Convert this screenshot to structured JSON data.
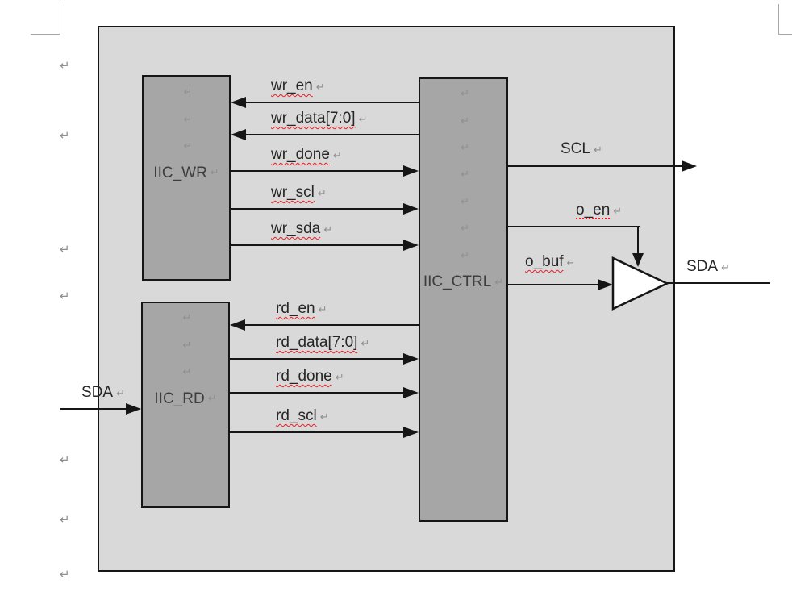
{
  "page": {
    "paragraph_mark": "↵"
  },
  "diagram": {
    "blocks": {
      "iic_wr": {
        "label": "IIC_WR",
        "empty_lines": 3
      },
      "iic_rd": {
        "label": "IIC_RD",
        "empty_lines": 3
      },
      "iic_ctrl": {
        "label": "IIC_CTRL",
        "empty_lines": 7
      }
    },
    "wr_signals": [
      {
        "label": "wr_en",
        "underline": "wavy"
      },
      {
        "label": "wr_data[7:0]",
        "underline": "wavy"
      },
      {
        "label": "wr_done",
        "underline": "wavy"
      },
      {
        "label": "wr_scl",
        "underline": "wavy"
      },
      {
        "label": "wr_sda",
        "underline": "wavy"
      }
    ],
    "rd_signals": [
      {
        "label": "rd_en",
        "underline": "wavy"
      },
      {
        "label": "rd_data[7:0]",
        "underline": "wavy"
      },
      {
        "label": "rd_done",
        "underline": "wavy"
      },
      {
        "label": "rd_scl",
        "underline": "wavy"
      }
    ],
    "external": {
      "scl_out": {
        "label": "SCL",
        "underline": null
      },
      "o_en": {
        "label": "o_en",
        "underline": "dotted"
      },
      "o_buf": {
        "label": "o_buf",
        "underline": "wavy"
      },
      "sda_out": {
        "label": "SDA",
        "underline": null
      },
      "sda_in": {
        "label": "SDA",
        "underline": null
      }
    },
    "colors": {
      "canvas_fill": "#d9d9d9",
      "block_fill": "#a6a6a6",
      "line": "#161616",
      "spellcheck_underline": "#ec1c24",
      "pilcrow": "#8f8f8f",
      "label_text": "#262626",
      "block_text": "#3d3d3d"
    }
  }
}
